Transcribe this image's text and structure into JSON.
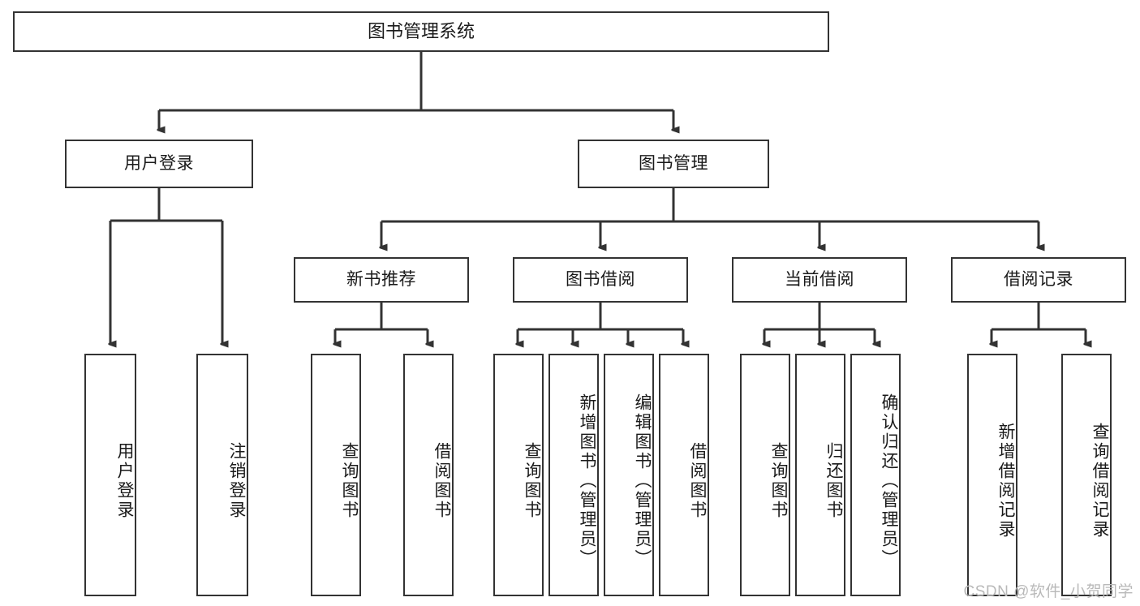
{
  "diagram": {
    "type": "tree-hierarchy",
    "title": "图书管理系统",
    "orientation": "top-down",
    "colors": {
      "stroke": "#333333",
      "fill": "#ffffff",
      "text": "#1a1a1a",
      "watermark": "#b9b9b9"
    },
    "watermark": "CSDN @软件_小贺同学",
    "nodes": {
      "root": {
        "id": "root",
        "label": "图书管理系统",
        "level": 0
      },
      "level1": [
        {
          "id": "user-login",
          "label": "用户登录",
          "level": 1
        },
        {
          "id": "book-manage",
          "label": "图书管理",
          "level": 1
        }
      ],
      "level2": [
        {
          "id": "new-book-rec",
          "label": "新书推荐",
          "level": 2,
          "parent": "book-manage"
        },
        {
          "id": "book-borrow",
          "label": "图书借阅",
          "level": 2,
          "parent": "book-manage"
        },
        {
          "id": "current-borrow",
          "label": "当前借阅",
          "level": 2,
          "parent": "book-manage"
        },
        {
          "id": "borrow-record",
          "label": "借阅记录",
          "level": 2,
          "parent": "book-manage"
        }
      ],
      "leaves": [
        {
          "id": "leaf-user-login",
          "label": "用户登录",
          "parent": "user-login"
        },
        {
          "id": "leaf-logout",
          "label": "注销登录",
          "parent": "user-login"
        },
        {
          "id": "leaf-query-book-1",
          "label": "查询图书",
          "parent": "new-book-rec"
        },
        {
          "id": "leaf-borrow-book-1",
          "label": "借阅图书",
          "parent": "new-book-rec"
        },
        {
          "id": "leaf-query-book-2",
          "label": "查询图书",
          "parent": "book-borrow"
        },
        {
          "id": "leaf-add-book",
          "label": "新增图书（管理员）",
          "parent": "book-borrow"
        },
        {
          "id": "leaf-edit-book",
          "label": "编辑图书（管理员）",
          "parent": "book-borrow"
        },
        {
          "id": "leaf-borrow-book-2",
          "label": "借阅图书",
          "parent": "book-borrow"
        },
        {
          "id": "leaf-query-book-3",
          "label": "查询图书",
          "parent": "current-borrow"
        },
        {
          "id": "leaf-return-book",
          "label": "归还图书",
          "parent": "current-borrow"
        },
        {
          "id": "leaf-confirm-return",
          "label": "确认归还（管理员）",
          "parent": "current-borrow"
        },
        {
          "id": "leaf-add-record",
          "label": "新增借阅记录",
          "parent": "borrow-record"
        },
        {
          "id": "leaf-query-record",
          "label": "查询借阅记录",
          "parent": "borrow-record"
        }
      ]
    }
  }
}
